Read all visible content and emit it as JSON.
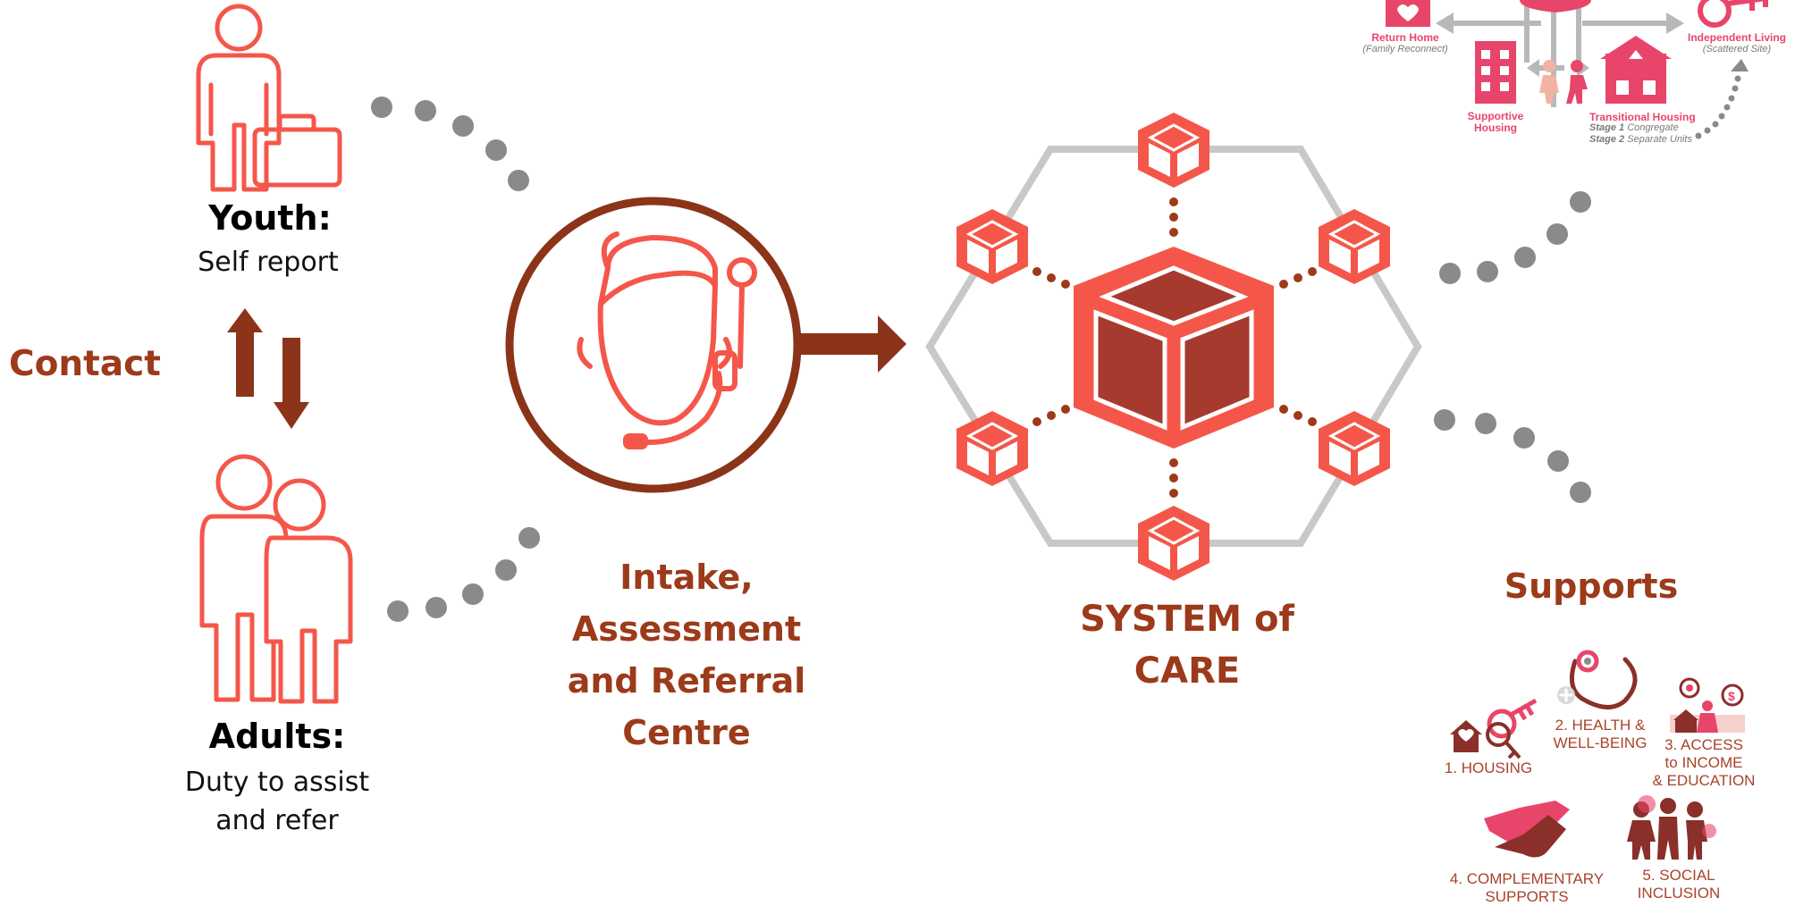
{
  "colors": {
    "coral": "#f4574a",
    "brown": "#9c3a1a",
    "dark_brown": "#8b3419",
    "cube_inner": "#a63a2e",
    "grey_dots": "#8a8a8a",
    "hex_outline": "#c8c8c8",
    "pink": "#e8456a",
    "maroon": "#8a2f2a"
  },
  "contact": {
    "label": "Contact"
  },
  "youth": {
    "title": "Youth:",
    "subtitle": "Self report"
  },
  "adults": {
    "title": "Adults:",
    "line1": "Duty to assist",
    "line2": "and refer"
  },
  "intake": {
    "line1": "Intake,",
    "line2": "Assessment",
    "line3": "and Referral",
    "line4": "Centre"
  },
  "system": {
    "line1": "SYSTEM of",
    "line2": "CARE"
  },
  "supports": {
    "label": "Supports",
    "items": [
      {
        "line1": "1. HOUSING",
        "line2": "",
        "line3": ""
      },
      {
        "line1": "2. HEALTH &",
        "line2": "WELL-BEING",
        "line3": ""
      },
      {
        "line1": "3. ACCESS",
        "line2": "to INCOME",
        "line3": "& EDUCATION"
      },
      {
        "line1": "4. COMPLEMENTARY",
        "line2": "SUPPORTS",
        "line3": ""
      },
      {
        "line1": "5. SOCIAL",
        "line2": "INCLUSION",
        "line3": ""
      }
    ]
  },
  "housing_map": {
    "return_home": "Return Home",
    "return_home_sub": "(Family Reconnect)",
    "independent_living": "Independent Living",
    "independent_living_sub": "(Scattered Site)",
    "supportive_housing_1": "Supportive",
    "supportive_housing_2": "Housing",
    "transitional_housing": "Transitional Housing",
    "stage1_label": "Stage 1",
    "stage1_value": "Congregate",
    "stage2_label": "Stage 2",
    "stage2_value": "Separate Units"
  }
}
